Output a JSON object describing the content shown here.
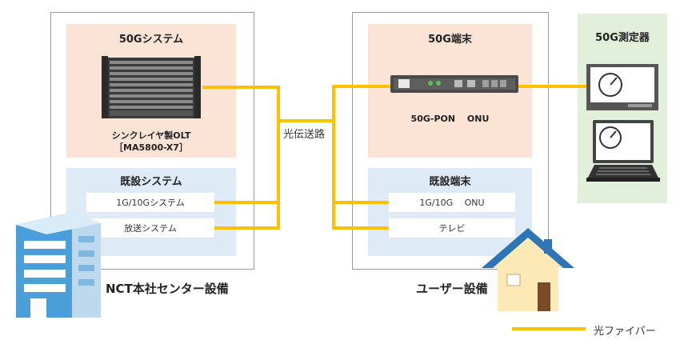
{
  "center": {
    "label": "NCT本社センター設備",
    "system_50g": {
      "title": "50Gシステム",
      "device_line1": "シンクレイヤ製OLT",
      "device_line2": "［MA5800-X7］"
    },
    "existing": {
      "title": "既設システム",
      "items": [
        "1G/10Gシステム",
        "放送システム"
      ]
    }
  },
  "user": {
    "label": "ユーザー設備",
    "terminal_50g": {
      "title": "50G端末",
      "device_label": "50G-PON　 ONU"
    },
    "existing": {
      "title": "既設端末",
      "items": [
        "1G/10G　 ONU",
        "テレビ"
      ]
    }
  },
  "meter": {
    "title": "50G測定器"
  },
  "transmission_label": "光伝送路",
  "legend": {
    "fiber_label": "光ファイバー"
  },
  "colors": {
    "fiber": "#ffc000",
    "peach": "#fbe4d5",
    "light_blue": "#deebf7",
    "light_green": "#e2efda"
  },
  "icons": [
    "olt-rack-icon",
    "onu-device-icon",
    "monitor-gauge-icon",
    "laptop-gauge-icon",
    "office-building-icon",
    "house-icon"
  ]
}
